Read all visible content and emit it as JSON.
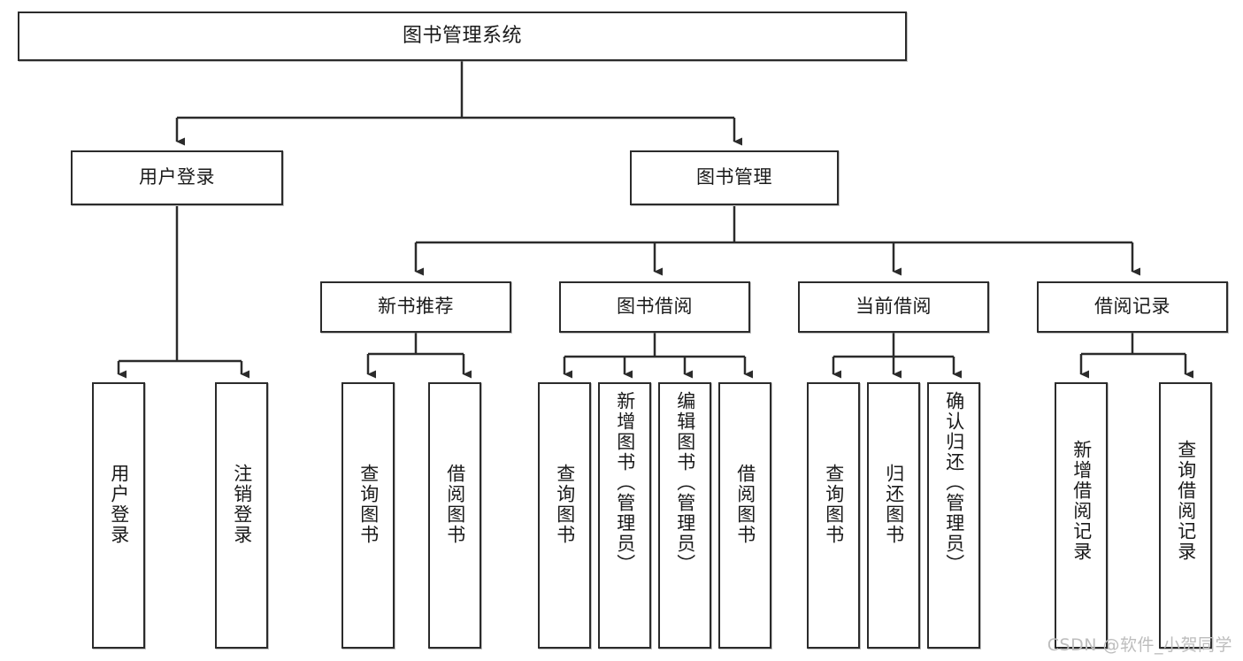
{
  "diagram": {
    "type": "tree",
    "title": "图书管理系统",
    "watermark": "CSDN @软件_小贺同学",
    "colors": {
      "border": "#2b2b2b",
      "background": "#ffffff",
      "text": "#1a1a1a",
      "watermark": "#bdbdbd"
    },
    "root": {
      "label": "图书管理系统"
    },
    "level2": [
      {
        "label": "用户登录"
      },
      {
        "label": "图书管理"
      }
    ],
    "level3": [
      {
        "label": "新书推荐"
      },
      {
        "label": "图书借阅"
      },
      {
        "label": "当前借阅"
      },
      {
        "label": "借阅记录"
      }
    ],
    "leaves": {
      "user_login": [
        {
          "label": "用户登录"
        },
        {
          "label": "注销登录"
        }
      ],
      "new_book_recommend": [
        {
          "label": "查询图书"
        },
        {
          "label": "借阅图书"
        }
      ],
      "book_borrow": [
        {
          "label": "查询图书"
        },
        {
          "label": "新增图书（管理员）"
        },
        {
          "label": "编辑图书（管理员）"
        },
        {
          "label": "借阅图书"
        }
      ],
      "current_borrow": [
        {
          "label": "查询图书"
        },
        {
          "label": "归还图书"
        },
        {
          "label": "确认归还（管理员）"
        }
      ],
      "borrow_record": [
        {
          "label": "新增借阅记录"
        },
        {
          "label": "查询借阅记录"
        }
      ]
    }
  }
}
